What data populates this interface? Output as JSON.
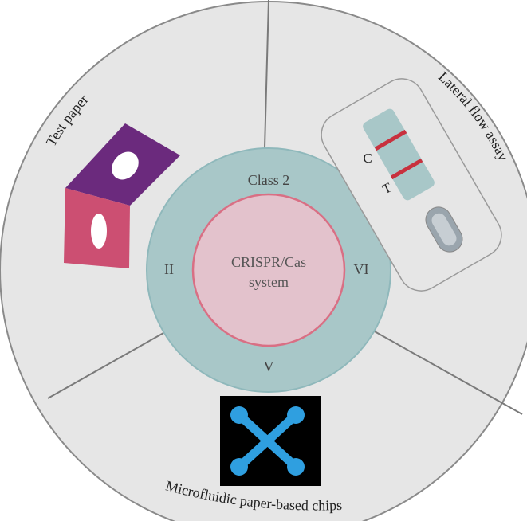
{
  "center": {
    "title_line1": "CRISPR/Cas",
    "title_line2": "system"
  },
  "ring": {
    "top_label": "Class 2",
    "left_label": "II",
    "right_label": "VI",
    "bottom_label": "V"
  },
  "sectors": {
    "test_paper": "Test paper",
    "lateral_flow": "Lateral flow assay",
    "microfluidic": "Microfluidic paper-based chips"
  },
  "strip": {
    "control_label": "C",
    "test_label": "T"
  },
  "colors": {
    "outer_disc": "#e6e6e6",
    "outer_stroke": "#8a8a8a",
    "ring_fill": "#a8c7c8",
    "ring_stroke": "#8fb8bb",
    "core_fill": "#e3c2cc",
    "core_stroke": "#d96f84",
    "purple_panel": "#6b2a7d",
    "pink_panel": "#cc4f72",
    "chip_bg": "#000000",
    "chip_channels": "#2f9fe0",
    "strip_line": "#c8313e"
  },
  "icons": [
    "test-paper-icon",
    "lateral-flow-cassette-icon",
    "microfluidic-chip-icon"
  ]
}
